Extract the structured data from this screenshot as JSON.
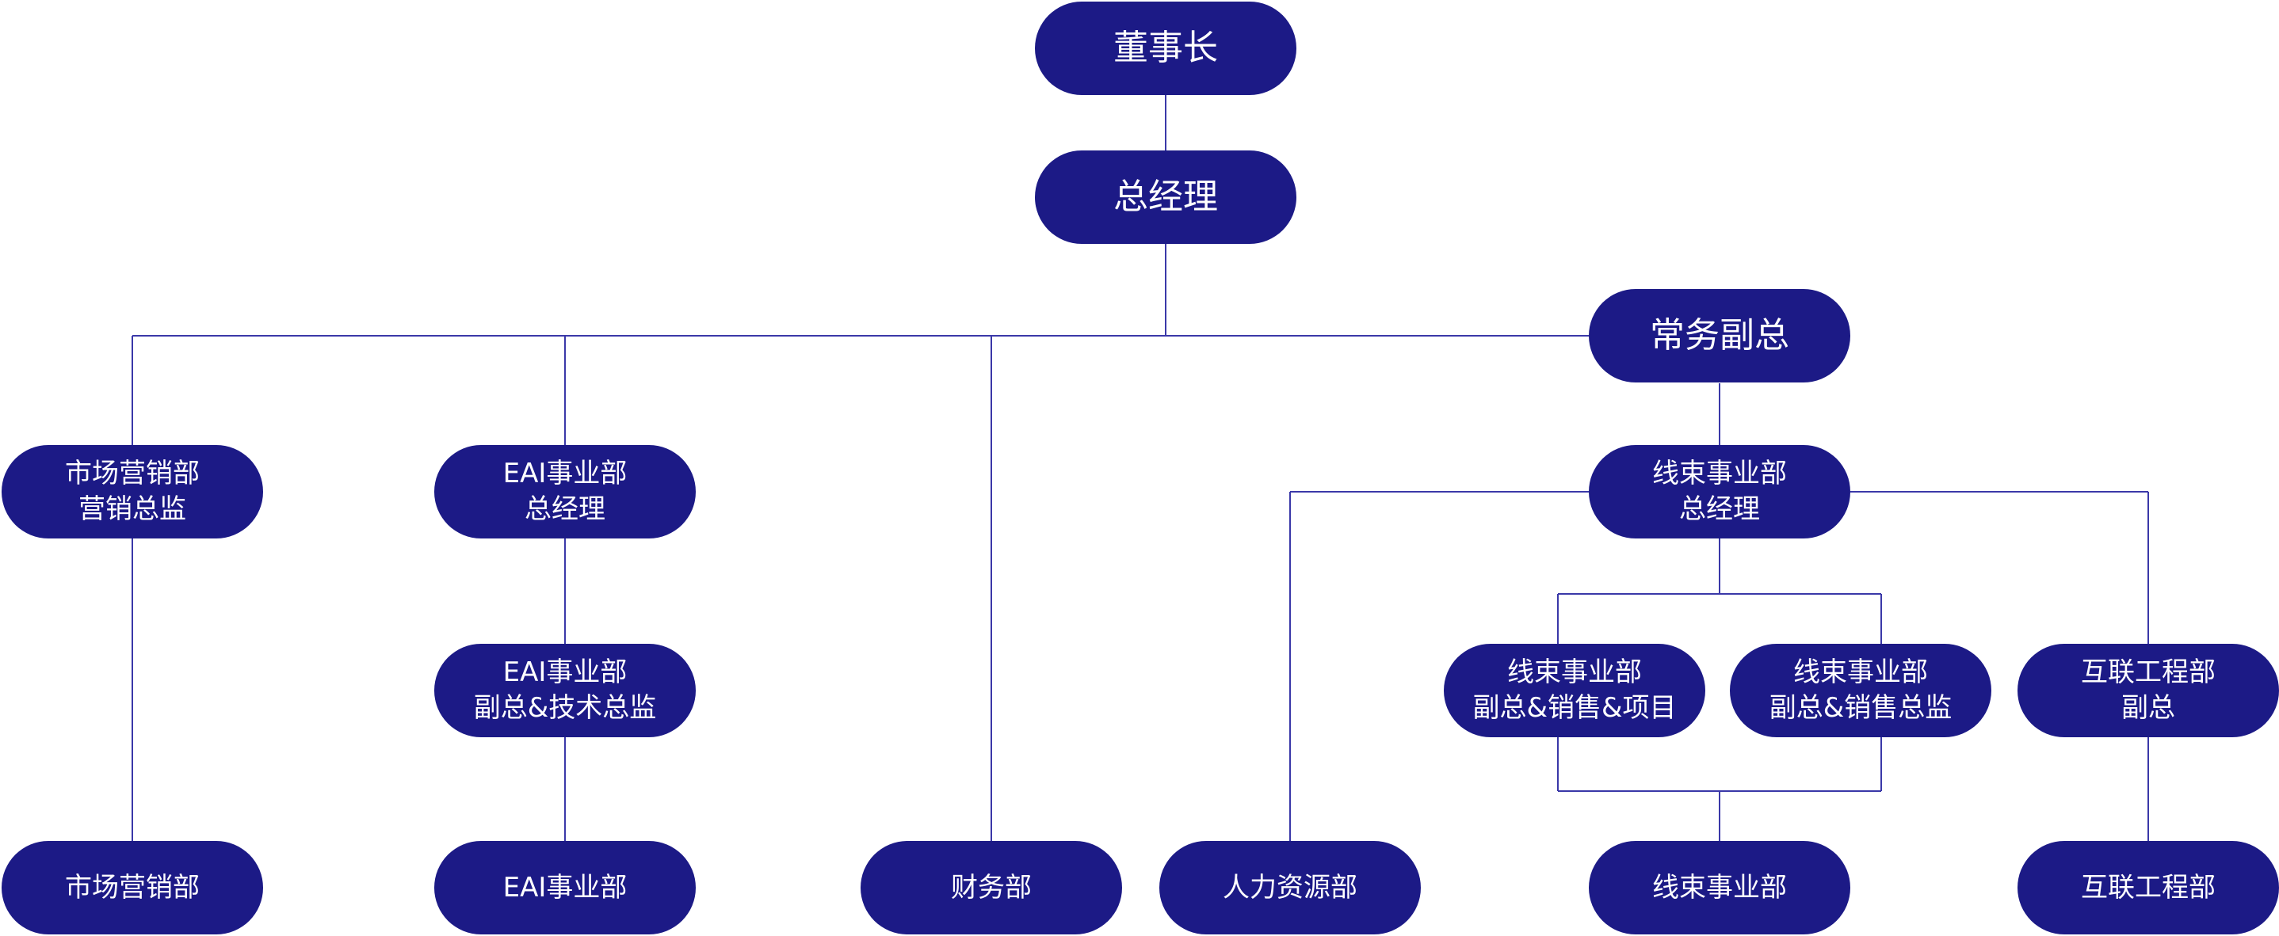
{
  "colors": {
    "node_fill": "#1c1a86",
    "node_text": "#ffffff",
    "connector": "#3a38a8",
    "background": "#ffffff"
  },
  "nodes": {
    "chairman": [
      "董事长"
    ],
    "general_manager": [
      "总经理"
    ],
    "executive_vp": [
      "常务副总"
    ],
    "marketing_director": [
      "市场营销部",
      "营销总监"
    ],
    "eai_gm": [
      "EAI事业部",
      "总经理"
    ],
    "harness_gm": [
      "线束事业部",
      "总经理"
    ],
    "eai_deputy": [
      "EAI事业部",
      "副总&技术总监"
    ],
    "harness_deputy_project": [
      "线束事业部",
      "副总&销售&项目"
    ],
    "harness_deputy_sales": [
      "线束事业部",
      "副总&销售总监"
    ],
    "interconnect_deputy": [
      "互联工程部",
      "副总"
    ],
    "marketing_dept": [
      "市场营销部"
    ],
    "eai_dept": [
      "EAI事业部"
    ],
    "finance_dept": [
      "财务部"
    ],
    "hr_dept": [
      "人力资源部"
    ],
    "harness_dept": [
      "线束事业部"
    ],
    "interconnect_dept": [
      "互联工程部"
    ]
  }
}
